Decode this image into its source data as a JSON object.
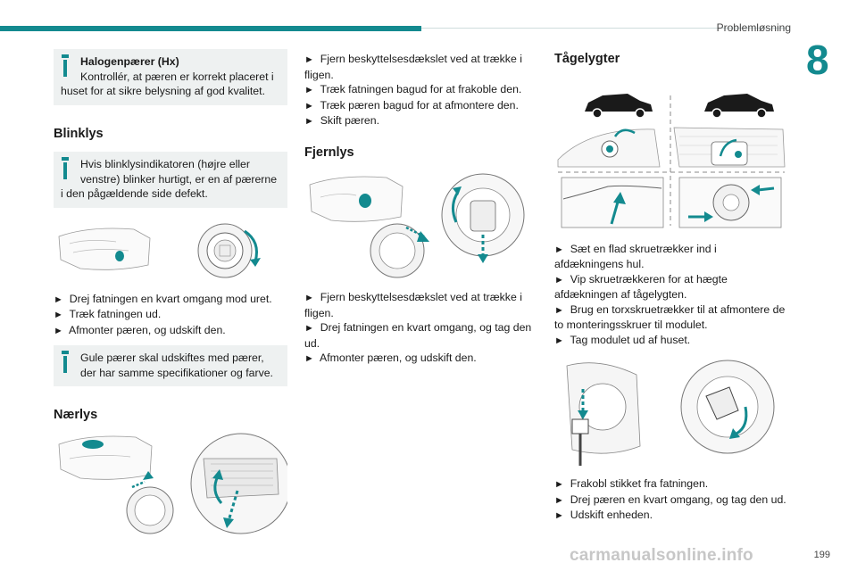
{
  "header": {
    "section": "Problemløsning",
    "chapter": "8",
    "page": "199"
  },
  "watermark": "carmanualsonline.info",
  "col1": {
    "note1": {
      "title": "Halogenpærer (Hx)",
      "first_line": "Kontrollér, at pæren er korrekt placeret i",
      "rest": "huset for at sikre belysning af god kvalitet."
    },
    "blinklys": {
      "title": "Blinklys",
      "note_first": "Hvis blinklysindikatoren (højre eller venstre) blinker hurtigt, er en af pærerne",
      "note_rest": "i den pågældende side defekt.",
      "steps": [
        "Drej fatningen en kvart omgang mod uret.",
        "Træk fatningen ud.",
        "Afmonter pæren, og udskift den."
      ],
      "note2": "Gule pærer skal udskiftes med pærer, der har samme specifikationer og farve."
    },
    "naerlys": {
      "title": "Nærlys"
    }
  },
  "col2": {
    "steps_top": [
      "Fjern beskyttelsesdækslet ved at trække i fligen.",
      "Træk fatningen bagud for at frakoble den.",
      "Træk pæren bagud for at afmontere den.",
      "Skift pæren."
    ],
    "fjernlys": {
      "title": "Fjernlys",
      "steps": [
        "Fjern beskyttelsesdækslet ved at trække i fligen.",
        "Drej fatningen en kvart omgang, og tag den ud.",
        "Afmonter pæren, og udskift den."
      ]
    }
  },
  "col3": {
    "title": "Tågelygter",
    "steps1": [
      "Sæt en flad skruetrækker ind i afdækningens hul.",
      "Vip skruetrækkeren for at hægte afdækningen af tågelygten.",
      "Brug en torxskruetrækker til at afmontere de to monteringsskruer til modulet.",
      "Tag modulet ud af huset."
    ],
    "steps2": [
      "Frakobl stikket fra fatningen.",
      "Drej pæren en kvart omgang, og tag den ud.",
      "Udskift enheden."
    ]
  },
  "bullet": "►",
  "colors": {
    "teal": "#138a8f",
    "note_bg": "#eef1f1"
  },
  "icons": [
    "info-icon",
    "arrow-bullet-icon"
  ]
}
